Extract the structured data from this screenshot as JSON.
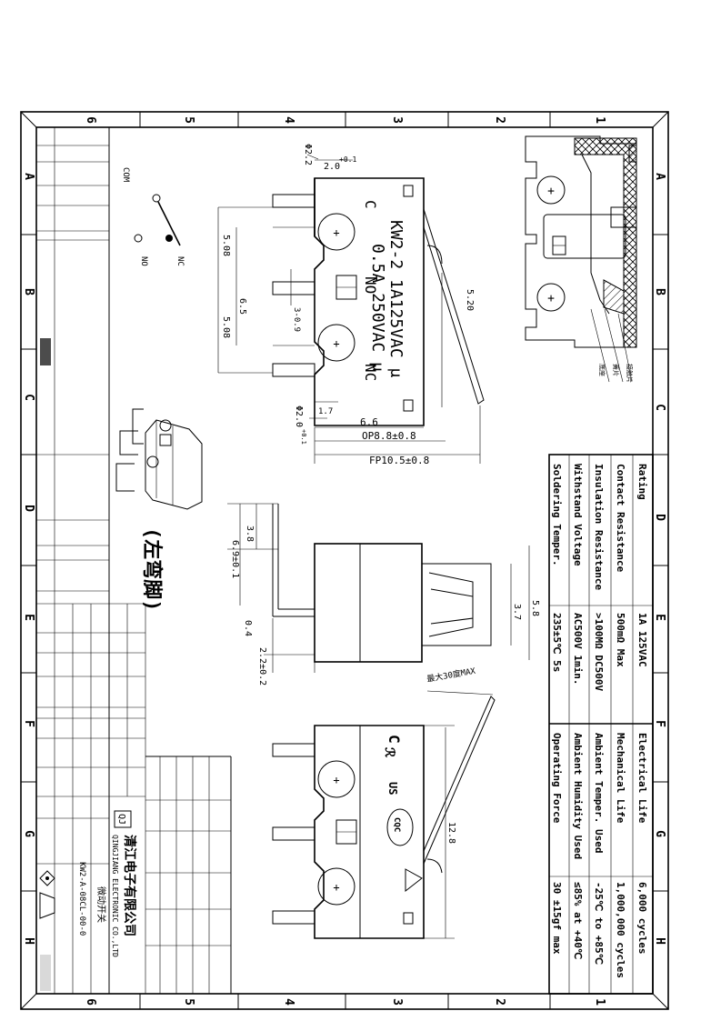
{
  "border_zones": {
    "numbers": [
      "1",
      "2",
      "3",
      "4",
      "5",
      "6"
    ],
    "letters": [
      "A",
      "B",
      "C",
      "D",
      "E",
      "F",
      "G",
      "H"
    ]
  },
  "spec_table": {
    "left": [
      {
        "label": "Rating",
        "value": "1A 125VAC"
      },
      {
        "label": "Contact Resistance",
        "value": "500mΩ Max"
      },
      {
        "label": "Insulation Resistance",
        "value": ">100MΩ DC500V"
      },
      {
        "label": "Withstand Voltage",
        "value": "AC500V 1min."
      },
      {
        "label": "Soldering Temper.",
        "value": "235±5℃ 5s"
      }
    ],
    "right": [
      {
        "label": "Electrical Life",
        "value": "6,000 cycles"
      },
      {
        "label": "Mechanical Life",
        "value": "1,000,000 cycles"
      },
      {
        "label": "Ambient Temper. Used",
        "value": "-25℃ to +85℃"
      },
      {
        "label": "Ambient Humidity Used",
        "value": "≤85% at +40℃"
      },
      {
        "label": "Operating Force",
        "value": "30 ±15gf max"
      }
    ]
  },
  "front_view": {
    "body_marking_1": "KW2-2 1A125VAC μ",
    "body_marking_2": "0.5A 250VAC μ",
    "terminal_c": "C",
    "terminal_no": "NO",
    "terminal_nc": "NC",
    "dims": {
      "hole_top": "Φ2.2",
      "top_width": "2.0",
      "top_tol": "+0.1",
      "pitch_1": "5.08",
      "pitch_2": "5.08",
      "pin_gap": "6.5",
      "pin_width": "3-0.9",
      "height": "5.20",
      "hole_bottom": "Φ2.0",
      "hole_bottom_tol": "+0.1",
      "offset": "1.7",
      "len_1": "6.6",
      "op": "OP8.8±0.8",
      "fp": "FP10.5±0.8"
    }
  },
  "side_view": {
    "dims": {
      "d1": "3.8",
      "d2": "6.9±0.1",
      "d3": "0.4",
      "d4": "2.2±0.2",
      "d5": "5.8",
      "d6": "3.7"
    }
  },
  "back_view": {
    "dims": {
      "d1": "12.8",
      "d2": "最大30度MAX"
    },
    "cert_1": "C",
    "cert_2": "US",
    "cert_3": "CQC"
  },
  "schematic": {
    "com": "COM",
    "nc": "NC",
    "no": "NO"
  },
  "note_left_bend": "(左弯脚)",
  "title_block": {
    "company_cn": "清江电子有限公司",
    "company_en": "QINGJIANG ELECTRONIC CO.,LTD",
    "part_no": "KW2-A-08CL-00-0",
    "product_name": "微动开关"
  },
  "colors": {
    "ink": "#000000",
    "paper": "#ffffff"
  }
}
